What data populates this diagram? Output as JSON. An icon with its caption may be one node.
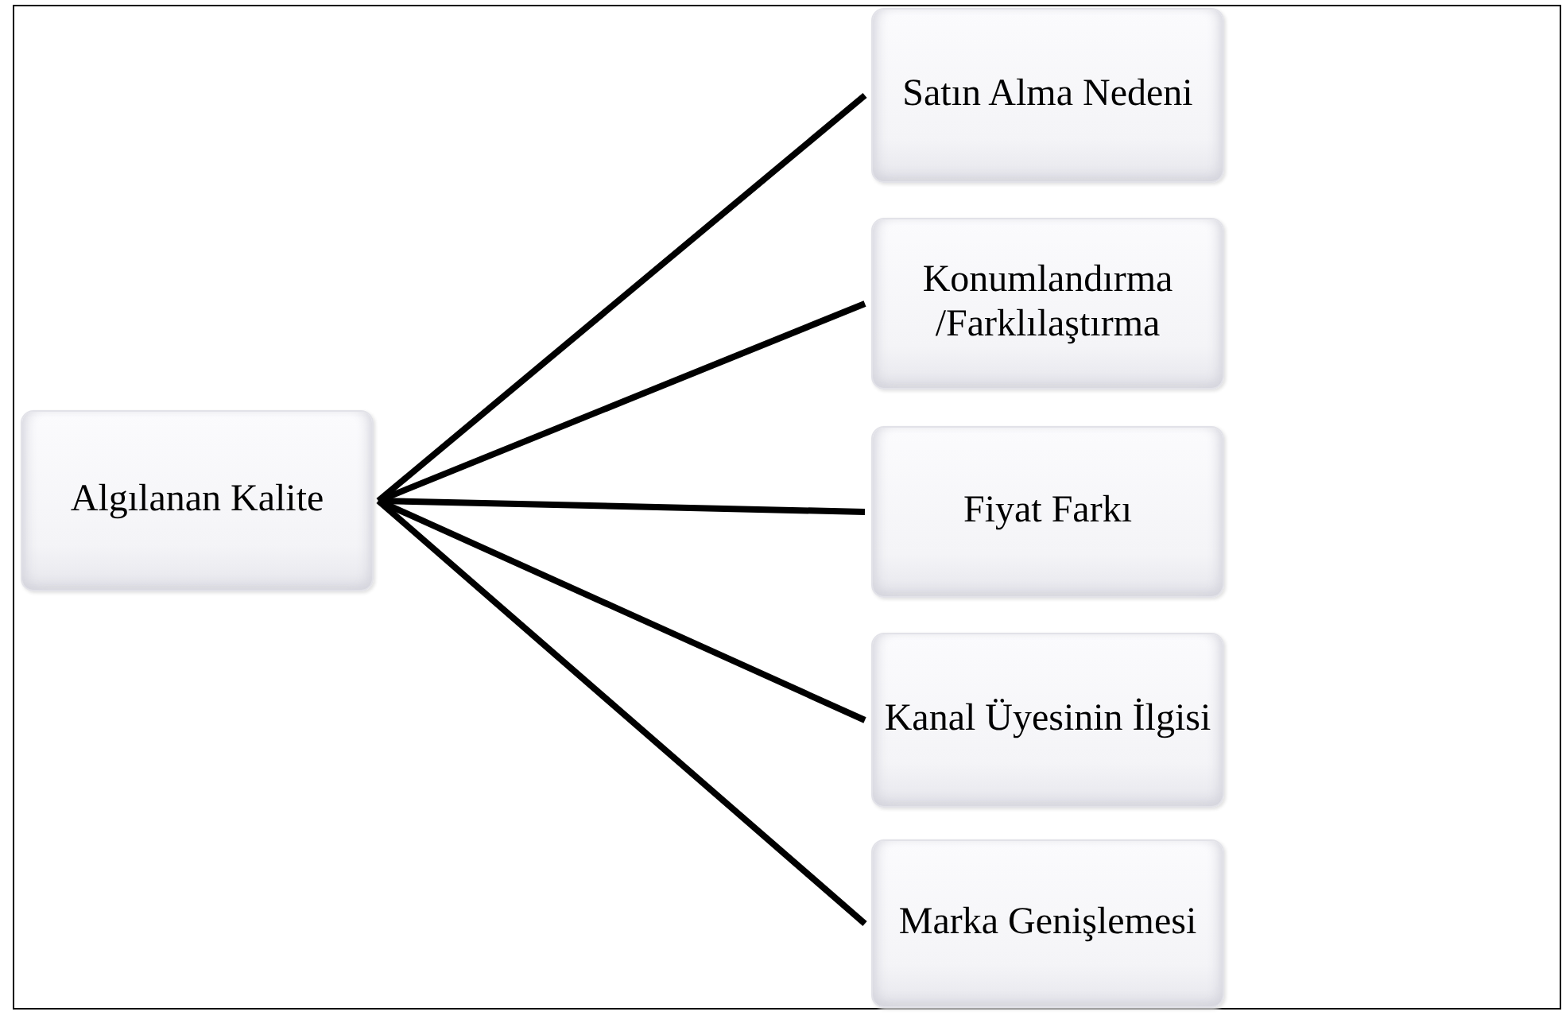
{
  "diagram": {
    "nodes": [
      {
        "text": [
          "Algılanan Kalite"
        ]
      },
      {
        "text": [
          "Satın Alma Nedeni"
        ]
      },
      {
        "text": [
          "Konumlandırma /Farklılaştırma"
        ]
      },
      {
        "text": [
          "Fiyat Farkı"
        ]
      },
      {
        "text": [
          "Kanal Üyesinin İlgisi"
        ]
      },
      {
        "text": [
          "Marka Genişlemesi"
        ]
      }
    ],
    "edges": [
      {
        "from": 0,
        "to": 1,
        "arrow": "none"
      },
      {
        "from": 0,
        "to": 2,
        "arrow": "none"
      },
      {
        "from": 0,
        "to": 3,
        "arrow": "none"
      },
      {
        "from": 0,
        "to": 4,
        "arrow": "none"
      },
      {
        "from": 0,
        "to": 5,
        "arrow": "none"
      }
    ]
  }
}
